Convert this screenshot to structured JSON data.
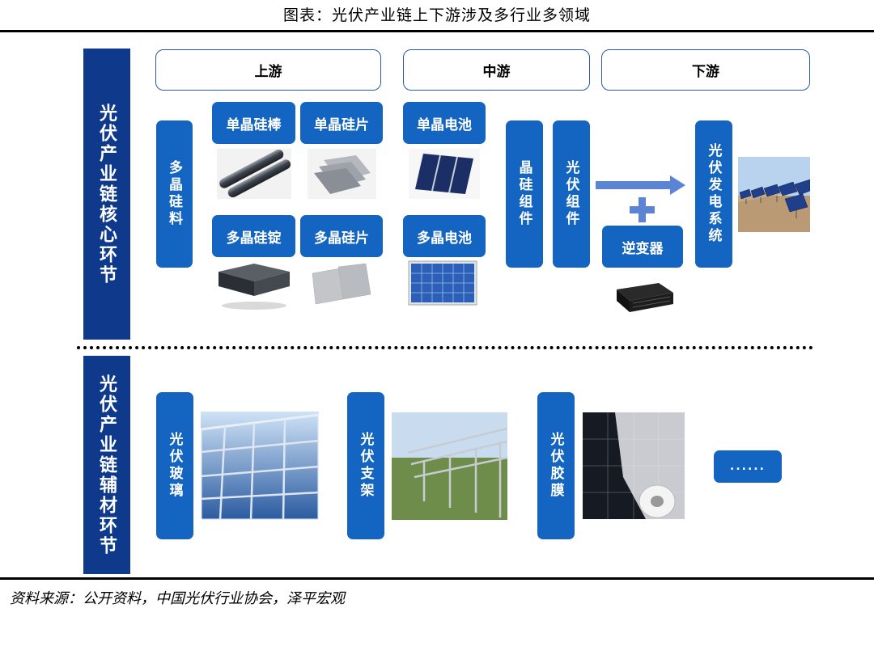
{
  "title": "图表：光伏产业链上下游涉及多行业多领域",
  "source": "资料来源：公开资料，中国光伏行业协会，泽平宏观",
  "sidebar": {
    "core": "光伏产业链核心环节",
    "auxiliary": "光伏产业链辅材环节"
  },
  "stages": {
    "upstream": "上游",
    "midstream": "中游",
    "downstream": "下游"
  },
  "upstream": {
    "poly_silicon": "多晶硅料",
    "mono_rod": "单晶硅棒",
    "mono_wafer": "单晶硅片",
    "poly_ingot": "多晶硅锭",
    "poly_wafer": "多晶硅片"
  },
  "midstream": {
    "mono_cell": "单晶电池",
    "poly_cell": "多晶电池",
    "crystalline_module": "晶硅组件",
    "pv_module": "光伏组件"
  },
  "downstream": {
    "inverter": "逆变器",
    "pv_system": "光伏发电系统"
  },
  "auxiliary": {
    "glass": "光伏玻璃",
    "bracket": "光伏支架",
    "film": "光伏胶膜",
    "more": "......"
  }
}
